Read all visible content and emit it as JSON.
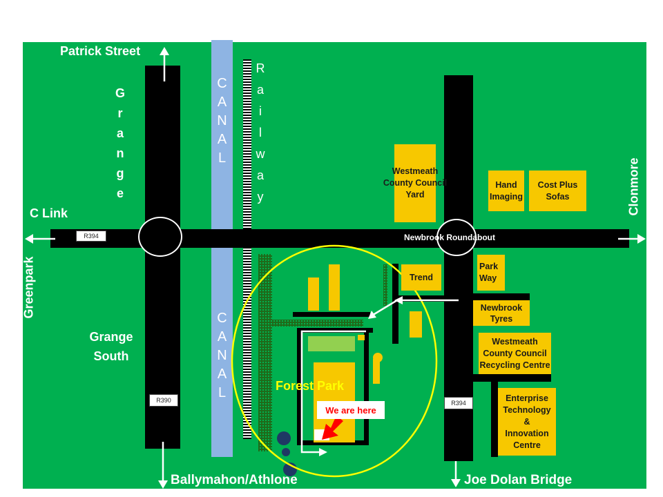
{
  "map": {
    "colors": {
      "grass": "#00b050",
      "road": "#000000",
      "canal": "#8eb4e3",
      "building": "#f7c800",
      "circle": "#ffff00",
      "trees": "#1f6b1a",
      "arrow_red": "#ff0000"
    },
    "roads": {
      "patrick_street": "Patrick Street",
      "c_link": "C Link",
      "greenpark": "Greenpark",
      "grange_south": "Grange\nSouth",
      "ballymahon": "Ballymahon/Athlone",
      "joe_dolan": "Joe Dolan Bridge",
      "clonmore": "Clonmore",
      "newbrook_roundabout": "Newbrook Roundabout"
    },
    "grange_letters": [
      "G",
      "r",
      "a",
      "n",
      "g",
      "e"
    ],
    "canal_letters": [
      "C",
      "A",
      "N",
      "A",
      "L"
    ],
    "railway_letters": [
      "R",
      "a",
      "i",
      "l",
      "w",
      "a",
      "y"
    ],
    "signs": {
      "r394_left": "R394",
      "r394_right": "R394",
      "r390": "R390"
    },
    "buildings": {
      "council_yard": "Westmeath\nCounty Council\nYard",
      "hand_imaging": "Hand\nImaging",
      "cost_plus": "Cost Plus\nSofas",
      "trend": "Trend",
      "park_way": "Park\nWay",
      "newbrook_tyres": "Newbrook\nTyres",
      "recycling": "Westmeath\nCounty Council\nRecycling Centre",
      "enterprise": "Enterprise\nTechnology\n&\nInnovation\nCentre"
    },
    "forest_park": "Forest Park",
    "we_are_here": "We are here"
  }
}
